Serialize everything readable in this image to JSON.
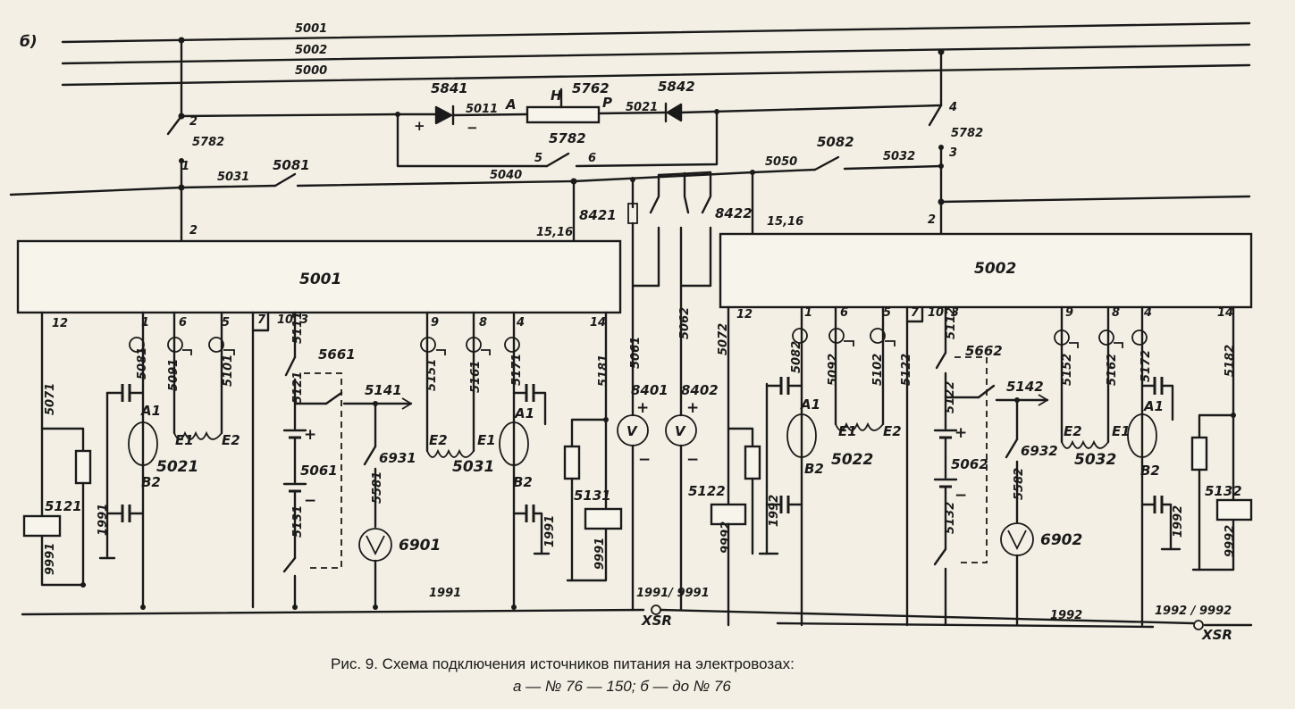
{
  "figure_letter": "б)",
  "bus": {
    "b1": "5001",
    "b2": "5002",
    "b3": "5000"
  },
  "top": {
    "d1": "5841",
    "d2": "5842",
    "w1": "5011",
    "w2": "5762",
    "w3": "5021",
    "a": "А",
    "n": "Н",
    "p": "Р",
    "plus": "+",
    "minus": "−",
    "sw_top": "5782",
    "sw_left": "5782",
    "sw_right": "5782",
    "s6": "6",
    "s5": "5",
    "s2": "2",
    "s1": "1",
    "s4": "4",
    "s3": "3"
  },
  "mid": {
    "k1": "5081",
    "k2": "5082",
    "w31": "5031",
    "w40": "5040",
    "w50": "5050",
    "w32": "5032",
    "r1": "8421",
    "r2": "8422",
    "c1": "15,16",
    "c2": "15,16",
    "t1": "2",
    "t2": "2"
  },
  "blocks": {
    "b1": "5001",
    "b2": "5002"
  },
  "left": {
    "p12": "12",
    "p1": "1",
    "p6": "6",
    "p5": "5",
    "p7": "7",
    "p10": "10",
    "p3": "3",
    "p9": "9",
    "p8": "8",
    "p4": "4",
    "p14": "14",
    "w5071": "5071",
    "w5121": "5121",
    "w9991": "9991",
    "w1991": "1991",
    "w5081": "5081",
    "w5091": "5091",
    "w5101": "5101",
    "a1": "А1",
    "b2": "В2",
    "e1": "Е1",
    "e2": "Е2",
    "gen": "5021",
    "w5111": "5111",
    "sw": "5661",
    "w5121b": "5121",
    "plus": "+",
    "bat": "5061",
    "minus": "−",
    "w5131": "5131",
    "w5141": "5141",
    "sw6931": "6931",
    "w5581": "5581",
    "lamp": "6901",
    "w5151": "5151",
    "w5161": "5161",
    "e2b": "Е2",
    "e1b": "Е1",
    "gen2": "5031",
    "w5171": "5171",
    "a1b": "А1",
    "b2b": "В2",
    "w1991b": "1991",
    "w5181": "5181",
    "w5131b": "5131",
    "w9991b": "9991",
    "g1991": "1991"
  },
  "meters": {
    "m1": "8401",
    "m2": "8402",
    "w5061": "5061",
    "w5062": "5062",
    "v1": "V",
    "v2": "V",
    "plus1": "+",
    "plus2": "+",
    "minus1": "−",
    "minus2": "−",
    "xsr_left": "1991/ 9991",
    "xsr_label": "XSR"
  },
  "right": {
    "p12": "12",
    "p1": "1",
    "p6": "6",
    "p5": "5",
    "p7": "7",
    "p10": "10",
    "p3": "3",
    "p9": "9",
    "p8": "8",
    "p4": "4",
    "p14": "14",
    "w5072": "5072",
    "w5122": "5122",
    "w9992": "9992",
    "w1992": "1992",
    "w5082": "5082",
    "w5092": "5092",
    "w5102": "5102",
    "w5122b": "5122",
    "a1": "А1",
    "b2": "В2",
    "e1": "Е1",
    "e2": "Е2",
    "gen": "5022",
    "w5112": "5112",
    "sw": "5662",
    "w5122c": "5122",
    "plus": "+",
    "bat": "5062",
    "minus": "−",
    "w5132": "5132",
    "w5142": "5142",
    "sw6932": "6932",
    "w5582": "5582",
    "lamp": "6902",
    "w5152": "5152",
    "w5162": "5162",
    "e2b": "Е2",
    "e1b": "Е1",
    "gen2": "5032",
    "w5172": "5172",
    "a1b": "А1",
    "b2b": "В2",
    "w1992b": "1992",
    "w5182": "5182",
    "w5132b": "5132",
    "w9992b": "9992",
    "g1992": "1992",
    "xsr_right": "1992 / 9992",
    "xsr_label": "XSR"
  },
  "caption": {
    "line1": "Рис. 9. Схема подключения источников питания на электровозах:",
    "line2": "а — № 76 — 150; б — до № 76"
  }
}
